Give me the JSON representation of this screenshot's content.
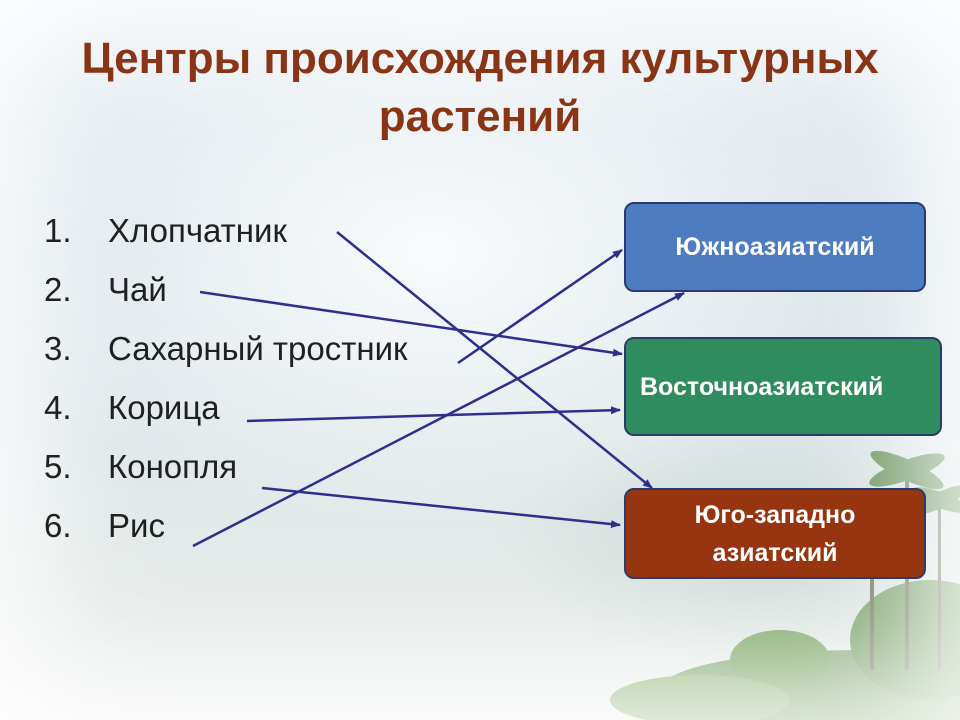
{
  "slide": {
    "title": "Центры происхождения культурных растений",
    "items": [
      {
        "num": "1.",
        "label": "Хлопчатник"
      },
      {
        "num": "2.",
        "label": "Чай"
      },
      {
        "num": "3.",
        "label": "Сахарный тростник"
      },
      {
        "num": "4.",
        "label": "Корица"
      },
      {
        "num": "5.",
        "label": "Конопля"
      },
      {
        "num": "6.",
        "label": "Рис"
      }
    ],
    "centers": {
      "south": "Южноазиатский",
      "east": "Восточноазиатский",
      "southwest_line1": "Юго-западно",
      "southwest_line2": "азиатский"
    }
  },
  "colors": {
    "title": "#8a3416",
    "arrow": "#2e2f8c",
    "south_box": "#4e7cc0",
    "east_box": "#2f8c5e",
    "southwest_box": "#963510"
  }
}
